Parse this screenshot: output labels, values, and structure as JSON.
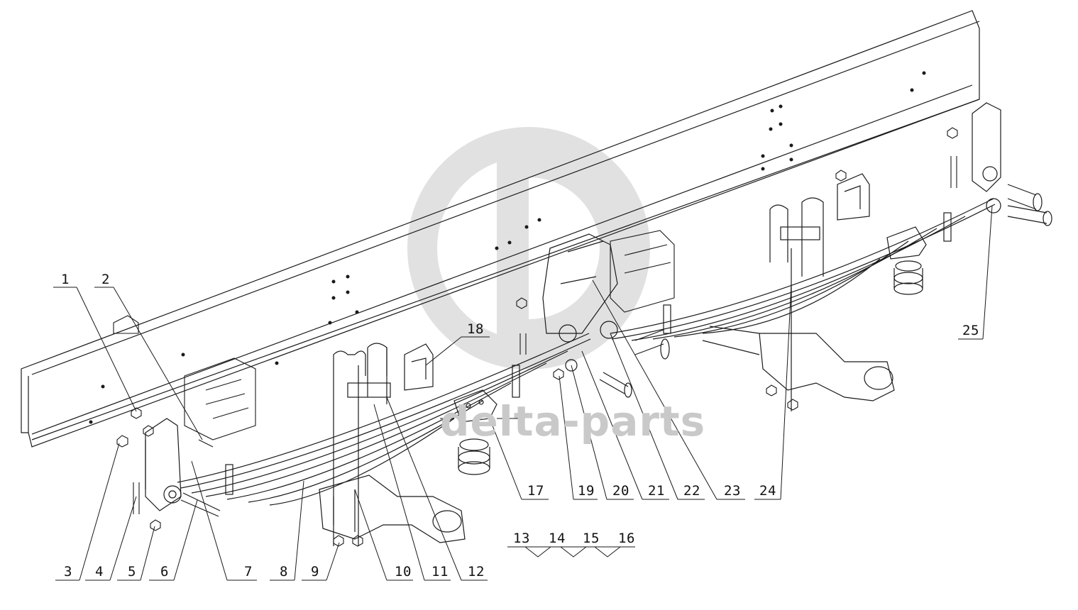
{
  "watermark": {
    "logo_text": "ab",
    "text": "delta-parts",
    "color": "#cfcfcf"
  },
  "callouts": [
    {
      "id": "c1",
      "num": "1"
    },
    {
      "id": "c2",
      "num": "2"
    },
    {
      "id": "c3",
      "num": "3"
    },
    {
      "id": "c4",
      "num": "4"
    },
    {
      "id": "c5",
      "num": "5"
    },
    {
      "id": "c6",
      "num": "6"
    },
    {
      "id": "c7",
      "num": "7"
    },
    {
      "id": "c8",
      "num": "8"
    },
    {
      "id": "c9",
      "num": "9"
    },
    {
      "id": "c10",
      "num": "10"
    },
    {
      "id": "c11",
      "num": "11"
    },
    {
      "id": "c12",
      "num": "12"
    },
    {
      "id": "c13",
      "num": "13"
    },
    {
      "id": "c14",
      "num": "14"
    },
    {
      "id": "c15",
      "num": "15"
    },
    {
      "id": "c16",
      "num": "16"
    },
    {
      "id": "c17",
      "num": "17"
    },
    {
      "id": "c18",
      "num": "18"
    },
    {
      "id": "c19",
      "num": "19"
    },
    {
      "id": "c20",
      "num": "20"
    },
    {
      "id": "c21",
      "num": "21"
    },
    {
      "id": "c22",
      "num": "22"
    },
    {
      "id": "c23",
      "num": "23"
    },
    {
      "id": "c24",
      "num": "24"
    },
    {
      "id": "c25",
      "num": "25"
    }
  ],
  "line_color": "#1a1a1a"
}
